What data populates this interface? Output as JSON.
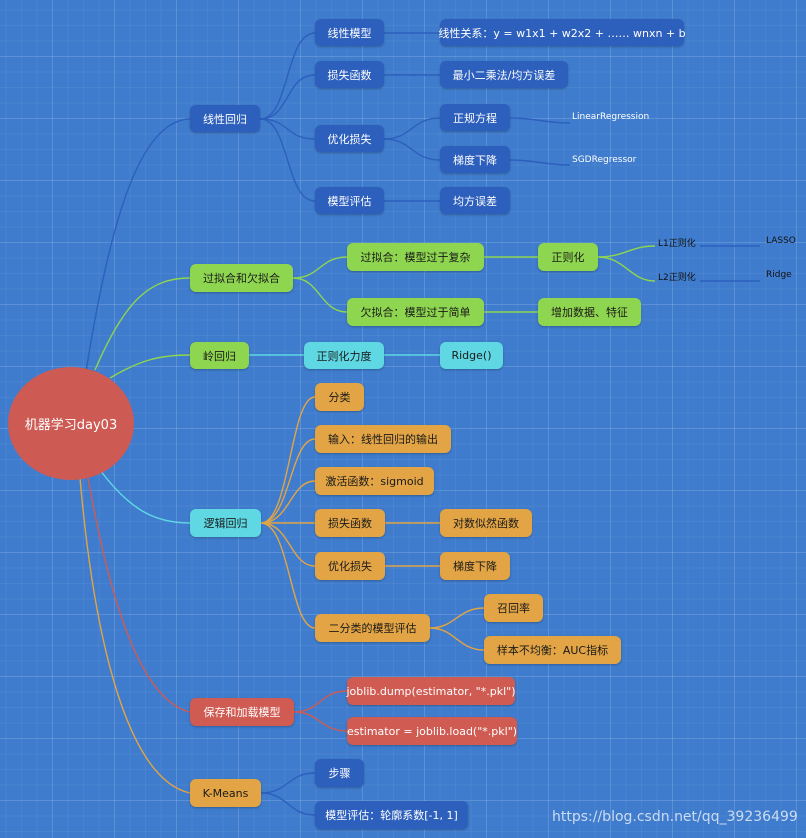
{
  "root": "机器学习day03",
  "watermark": "https://blog.csdn.net/qq_39236499",
  "colors": {
    "background": "#3f7ccd",
    "blue_branch": "#2d5fbd",
    "green_branch": "#8ed64f",
    "cyan_branch": "#5fd8e4",
    "orange_branch": "#e2a444",
    "red_branch": "#cf5b52"
  },
  "linear": {
    "title": "线性回归",
    "model": "线性模型",
    "model_desc": "线性关系：y = w1x1 + w2x2 + …… wnxn + b",
    "loss": "损失函数",
    "loss_desc": "最小二乘法/均方误差",
    "optimize": "优化损失",
    "normal_eq": "正规方程",
    "normal_eq_api": "LinearRegression",
    "gd": "梯度下降",
    "gd_api": "SGDRegressor",
    "eval": "模型评估",
    "eval_desc": "均方误差"
  },
  "fitting": {
    "title": "过拟合和欠拟合",
    "over": "过拟合：模型过于复杂",
    "regularization": "正则化",
    "l1": "L1正则化",
    "lasso": "LASSO",
    "l2": "L2正则化",
    "ridge": "Ridge",
    "under": "欠拟合：模型过于简单",
    "under_fix": "增加数据、特征"
  },
  "ridge": {
    "title": "岭回归",
    "strength": "正则化力度",
    "api": "Ridge()"
  },
  "logistic": {
    "title": "逻辑回归",
    "classify": "分类",
    "input": "输入：线性回归的输出",
    "activation": "激活函数：sigmoid",
    "loss": "损失函数",
    "loss_desc": "对数似然函数",
    "optimize": "优化损失",
    "optimize_desc": "梯度下降",
    "eval": "二分类的模型评估",
    "recall": "召回率",
    "imbalance": "样本不均衡：AUC指标"
  },
  "persist": {
    "title": "保存和加载模型",
    "dump": "joblib.dump(estimator, \"*.pkl\")",
    "load": "estimator = joblib.load(\"*.pkl\")"
  },
  "kmeans": {
    "title": "K-Means",
    "steps": "步骤",
    "eval": "模型评估：轮廓系数[-1, 1]"
  }
}
